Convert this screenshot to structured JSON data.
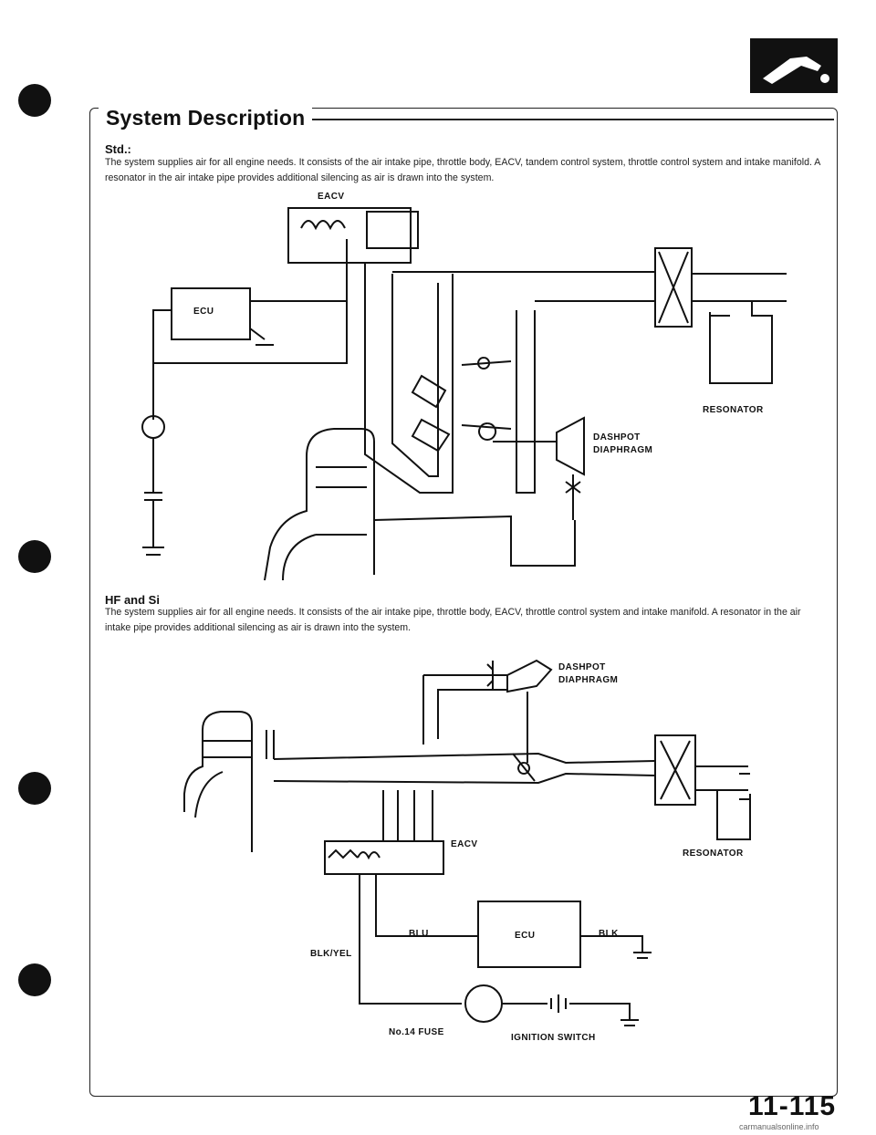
{
  "title": "System Description",
  "std": {
    "heading": "Std.:",
    "text": "The system supplies air for all engine needs. It consists of the air intake pipe, throttle body, EACV, tandem control system, throttle control system and intake manifold. A resonator in the air intake pipe provides additional silencing as air is drawn into the system."
  },
  "hf": {
    "heading": "HF and Si",
    "text": "The system supplies air for all engine needs. It consists of the air intake pipe, throttle body, EACV, throttle control system and intake manifold. A resonator in the air intake pipe provides additional silencing as air is drawn into the system."
  },
  "diagram1": {
    "eacv": "EACV",
    "ecu": "ECU",
    "resonator": "RESONATOR",
    "dashpot_1": "DASHPOT",
    "dashpot_2": "DIAPHRAGM"
  },
  "diagram2": {
    "dashpot_1": "DASHPOT",
    "dashpot_2": "DIAPHRAGM",
    "eacv": "EACV",
    "resonator": "RESONATOR",
    "ecu": "ECU",
    "blu": "BLU",
    "blk": "BLK",
    "blk_yel": "BLK/YEL",
    "fuse": "No.14 FUSE",
    "ignition": "IGNITION SWITCH"
  },
  "page_number": "11-115",
  "footer": "carmanualsonline.info"
}
